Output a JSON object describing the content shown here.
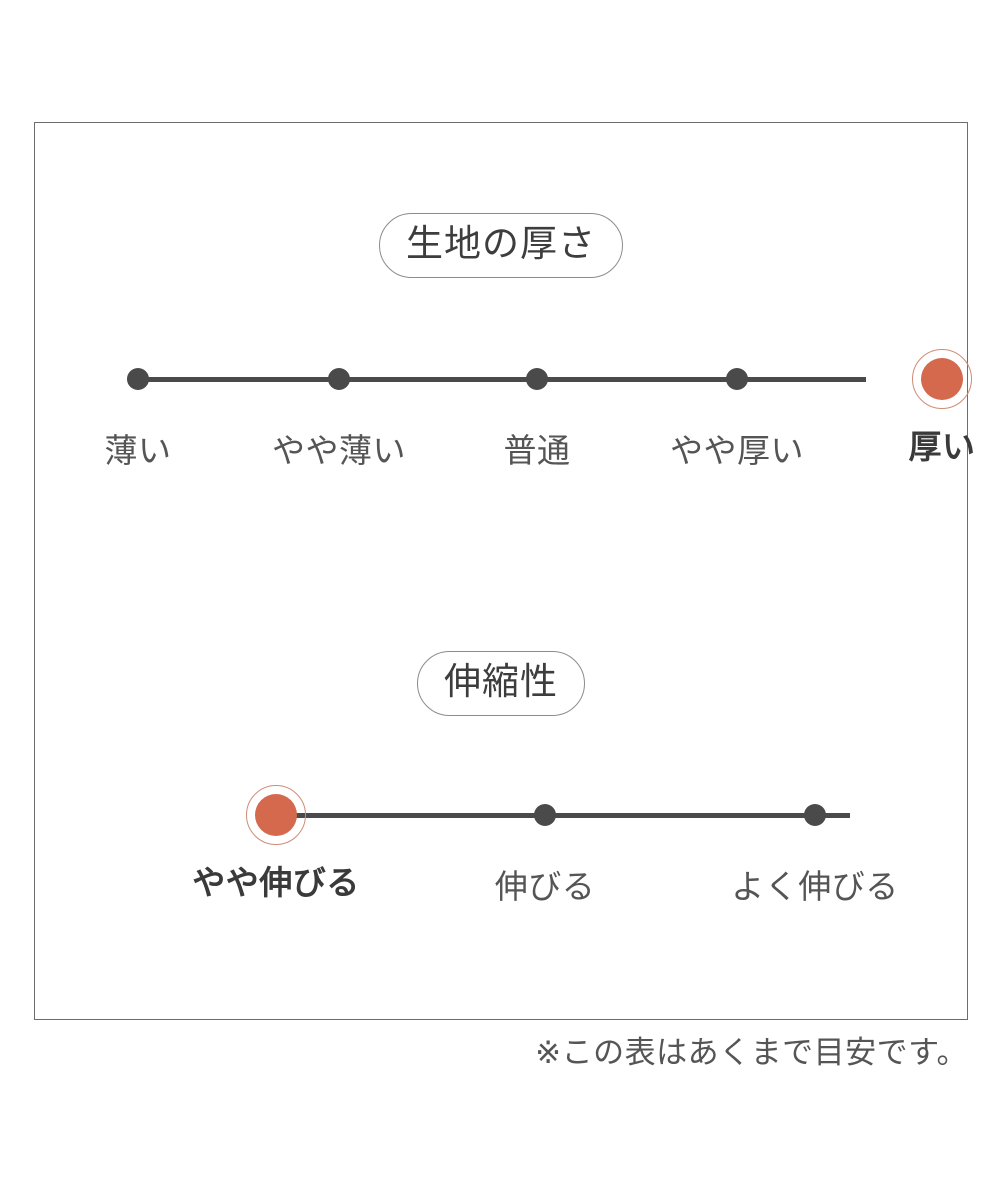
{
  "colors": {
    "background": "#ffffff",
    "card_border": "#6d6d6d",
    "track": "#4a4a4a",
    "dot": "#4a4a4a",
    "active_dot": "#d4694d",
    "active_ring": "#cf8c77",
    "label": "#555555",
    "pill_border": "#8c8c8c"
  },
  "sections": [
    {
      "title": "生地の厚さ",
      "selected_index": 4,
      "options": [
        {
          "label": "薄い",
          "selected": false
        },
        {
          "label": "やや薄い",
          "selected": false
        },
        {
          "label": "普通",
          "selected": false
        },
        {
          "label": "やや厚い",
          "selected": false
        },
        {
          "label": "厚い",
          "selected": true
        }
      ]
    },
    {
      "title": "伸縮性",
      "selected_index": 0,
      "options": [
        {
          "label": "やや伸びる",
          "selected": true
        },
        {
          "label": "伸びる",
          "selected": false
        },
        {
          "label": "よく伸びる",
          "selected": false
        }
      ]
    }
  ],
  "footnote": "※この表はあくまで目安です。"
}
